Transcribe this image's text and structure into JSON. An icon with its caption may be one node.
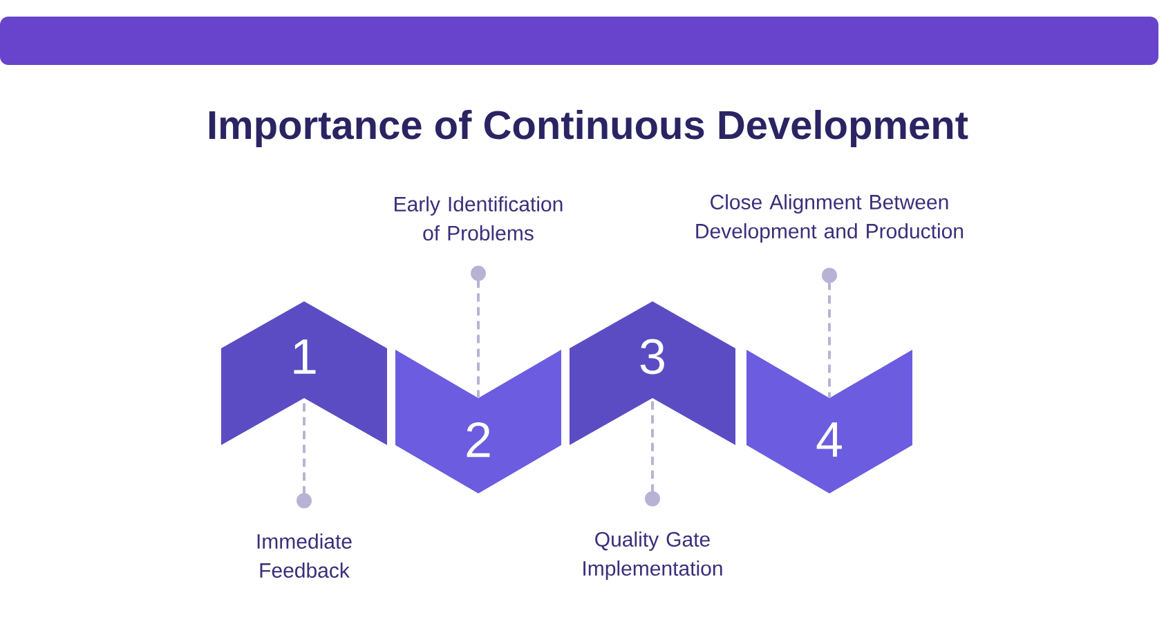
{
  "diagram": {
    "title": "Importance of Continuous Development",
    "nodes": [
      {
        "text": [
          "Early Identification of Problems"
        ]
      },
      {
        "text": [
          "Close Alignment Between Development and Production"
        ]
      },
      {
        "text": [
          "1"
        ]
      },
      {
        "text": [
          "2"
        ]
      },
      {
        "text": [
          "3"
        ]
      },
      {
        "text": [
          "4"
        ]
      },
      {
        "text": [
          "Immediate Feedback"
        ]
      },
      {
        "text": [
          "Quality Gate Implementation"
        ]
      }
    ],
    "edges": [
      {
        "from": 6,
        "to": 2,
        "arrow": "other",
        "style": "dashed"
      },
      {
        "from": 0,
        "to": 3,
        "arrow": "other",
        "style": "dashed"
      },
      {
        "from": 7,
        "to": 4,
        "arrow": "other",
        "style": "dashed"
      },
      {
        "from": 1,
        "to": 5,
        "arrow": "other",
        "style": "dashed"
      }
    ]
  }
}
